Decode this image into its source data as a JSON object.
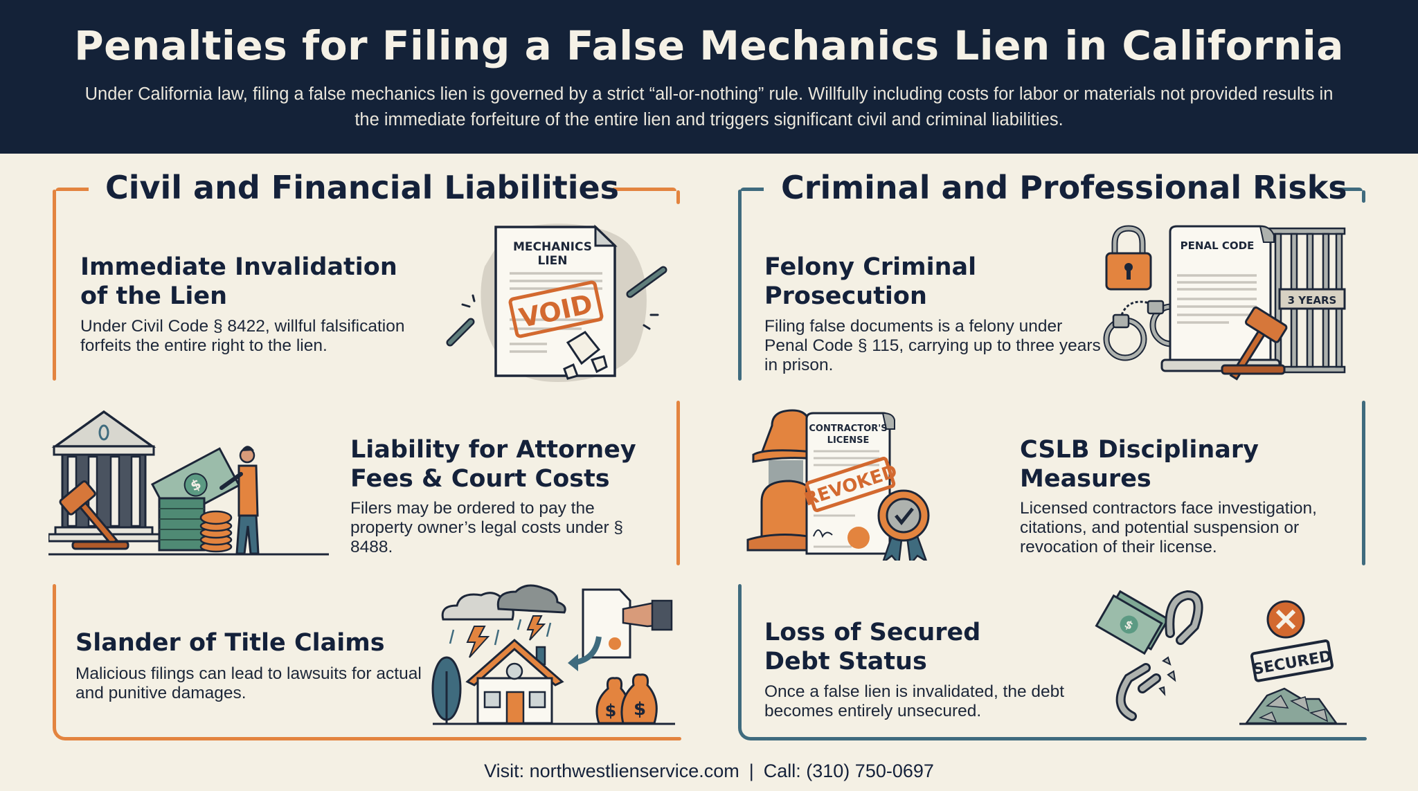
{
  "header": {
    "title": "Penalties for Filing a False Mechanics Lien in California",
    "subtitle": "Under California law, filing a false mechanics lien is governed by a strict “all-or-nothing” rule. Willfully including costs for labor or materials not provided results in the immediate forfeiture of the entire lien and triggers significant civil and criminal liabilities."
  },
  "colors": {
    "header_bg": "#142238",
    "page_bg": "#f4f0e4",
    "civil_accent": "#e3843f",
    "criminal_accent": "#3f6b7e",
    "text": "#14213a"
  },
  "civil": {
    "section_title": "Civil and Financial Liabilities",
    "cards": [
      {
        "title": "Immediate Invalidation of the Lien",
        "body": "Under Civil Code § 8422, willful falsification forfeits the entire right to the lien.",
        "illustration": {
          "icon": "void-lien-document-icon",
          "doc_label_1": "MECHANICS",
          "doc_label_2": "LIEN",
          "stamp": "VOID"
        }
      },
      {
        "title": "Liability for Attorney Fees & Court Costs",
        "body": "Filers may be ordered to pay the property owner’s legal costs under § 8488.",
        "illustration": {
          "icon": "courthouse-money-icon",
          "currency_symbol": "$"
        }
      },
      {
        "title": "Slander of Title Claims",
        "body": "Malicious filings can lead to lawsuits for actual and punitive damages.",
        "illustration": {
          "icon": "storm-house-icon",
          "currency_symbol": "$"
        }
      }
    ]
  },
  "criminal": {
    "section_title": "Criminal and Professional Risks",
    "cards": [
      {
        "title": "Felony Criminal Prosecution",
        "body": "Filing false documents is a felony under Penal Code § 115, carrying up to three years in prison.",
        "illustration": {
          "icon": "penal-code-jail-icon",
          "doc_label": "PENAL CODE",
          "sign": "3 YEARS"
        }
      },
      {
        "title": "CSLB Disciplinary Measures",
        "body": "Licensed contractors face investigation, citations, and potential suspension or revocation of their license.",
        "illustration": {
          "icon": "revoked-license-icon",
          "doc_label_1": "CONTRACTOR'S",
          "doc_label_2": "LICENSE",
          "stamp": "REVOKED"
        }
      },
      {
        "title": "Loss of Secured Debt Status",
        "body": "Once a false lien is invalidated, the debt becomes entirely unsecured.",
        "illustration": {
          "icon": "broken-chain-secured-icon",
          "sign": "SECURED",
          "currency_symbol": "$"
        }
      }
    ]
  },
  "footer": {
    "visit_label": "Visit: northwestlienservice.com",
    "separator": "|",
    "call_label": "Call: (310) 750-0697"
  }
}
